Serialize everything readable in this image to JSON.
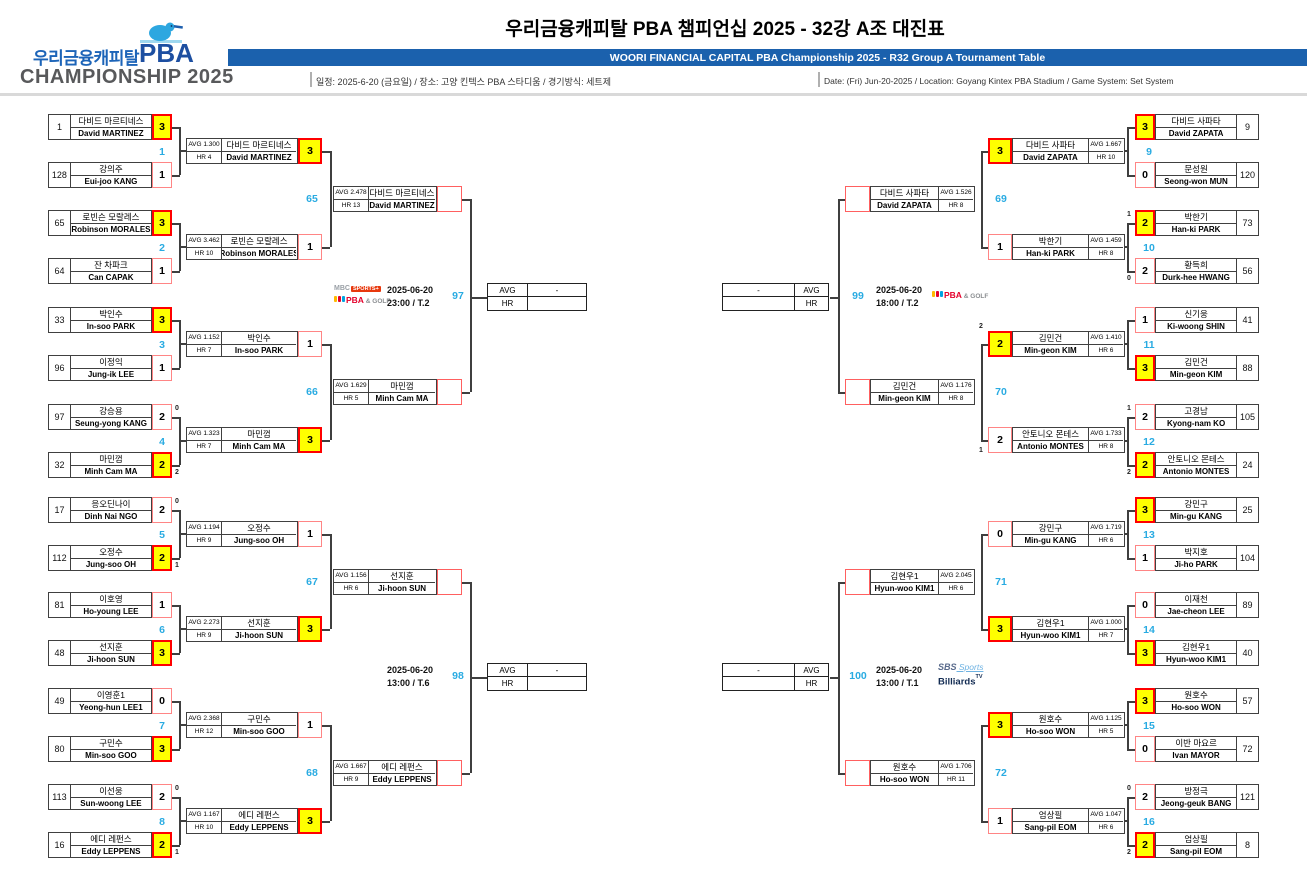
{
  "header": {
    "brand_kr": "우리금융캐피탈",
    "brand_pba": "PBA",
    "brand_championship": "CHAMPIONSHIP 2025",
    "title_kr": "우리금융캐피탈 PBA 챔피언십 2025 - 32강 A조 대진표",
    "title_en": "WOORI FINANCIAL CAPITAL PBA Championship 2025 - R32 Group A Tournament Table",
    "schedule_kr": "일정: 2025-6-20 (금요일) / 장소: 고양 킨텍스 PBA 스타디움 / 경기방식: 세트제",
    "schedule_en": "Date: (Fri) Jun-20-2025 / Location: Goyang Kintex PBA Stadium / Game System: Set System"
  },
  "labels": {
    "avg": "AVG",
    "hr": "HR",
    "dash": "-"
  },
  "colors": {
    "accent_blue": "#29abe2",
    "bar_blue": "#1b61ad",
    "winner_yellow": "#ffff00",
    "winner_border": "#ff0000",
    "loser_border": "#ff8585"
  },
  "broadcasters": {
    "mbc": {
      "txt": "MBC",
      "badge": "SPORTS+"
    },
    "pba_golf": {
      "brand": "PBA",
      "suffix": "& GOLF"
    },
    "sbs": {
      "a": "SBS",
      "b": "Sports",
      "c": "Billiards",
      "d": "TV"
    }
  },
  "bracket": {
    "left": {
      "round1": [
        {
          "seed": "1",
          "kr": "다비드 마르티네스",
          "en": "David MARTINEZ",
          "s": "3",
          "w": true,
          "tb": ""
        },
        {
          "seed": "128",
          "kr": "강의주",
          "en": "Eui-joo KANG",
          "s": "1",
          "w": false,
          "tb": ""
        },
        {
          "seed": "65",
          "kr": "로빈슨 모랄레스",
          "en": "Robinson MORALES",
          "s": "3",
          "w": true,
          "tb": ""
        },
        {
          "seed": "64",
          "kr": "잔 차파크",
          "en": "Can CAPAK",
          "s": "1",
          "w": false,
          "tb": ""
        },
        {
          "seed": "33",
          "kr": "박인수",
          "en": "In-soo PARK",
          "s": "3",
          "w": true,
          "tb": ""
        },
        {
          "seed": "96",
          "kr": "이정익",
          "en": "Jung-ik LEE",
          "s": "1",
          "w": false,
          "tb": ""
        },
        {
          "seed": "97",
          "kr": "강승용",
          "en": "Seung-yong KANG",
          "s": "2",
          "w": false,
          "tb": "0"
        },
        {
          "seed": "32",
          "kr": "마민껌",
          "en": "Minh Cam MA",
          "s": "2",
          "w": true,
          "tb": "2"
        },
        {
          "seed": "17",
          "kr": "응오딘나이",
          "en": "Dinh Nai NGO",
          "s": "2",
          "w": false,
          "tb": "0"
        },
        {
          "seed": "112",
          "kr": "오정수",
          "en": "Jung-soo OH",
          "s": "2",
          "w": true,
          "tb": "1"
        },
        {
          "seed": "81",
          "kr": "이호영",
          "en": "Ho-young LEE",
          "s": "1",
          "w": false,
          "tb": ""
        },
        {
          "seed": "48",
          "kr": "선지훈",
          "en": "Ji-hoon SUN",
          "s": "3",
          "w": true,
          "tb": ""
        },
        {
          "seed": "49",
          "kr": "이영훈1",
          "en": "Yeong-hun LEE1",
          "s": "0",
          "w": false,
          "tb": ""
        },
        {
          "seed": "80",
          "kr": "구민수",
          "en": "Min-soo GOO",
          "s": "3",
          "w": true,
          "tb": ""
        },
        {
          "seed": "113",
          "kr": "이선웅",
          "en": "Sun-woong LEE",
          "s": "2",
          "w": false,
          "tb": "0"
        },
        {
          "seed": "16",
          "kr": "에디 레펀스",
          "en": "Eddy LEPPENS",
          "s": "2",
          "w": true,
          "tb": "1"
        }
      ],
      "round1_matches": [
        "1",
        "2",
        "3",
        "4",
        "5",
        "6",
        "7",
        "8"
      ],
      "round2": [
        {
          "stat1": "AVG 1.300",
          "stat2": "HR 4",
          "kr": "다비드 마르티네스",
          "en": "David MARTINEZ",
          "s": "3",
          "w": true,
          "tb": ""
        },
        {
          "stat1": "AVG 3.462",
          "stat2": "HR 10",
          "kr": "로빈슨 모랄레스",
          "en": "Robinson MORALES",
          "s": "1",
          "w": false,
          "tb": ""
        },
        {
          "stat1": "AVG 1.152",
          "stat2": "HR 7",
          "kr": "박인수",
          "en": "In-soo PARK",
          "s": "1",
          "w": false,
          "tb": ""
        },
        {
          "stat1": "AVG 1.323",
          "stat2": "HR 7",
          "kr": "마민껌",
          "en": "Minh Cam MA",
          "s": "3",
          "w": true,
          "tb": ""
        },
        {
          "stat1": "AVG 1.194",
          "stat2": "HR 9",
          "kr": "오정수",
          "en": "Jung-soo OH",
          "s": "1",
          "w": false,
          "tb": ""
        },
        {
          "stat1": "AVG 2.273",
          "stat2": "HR 9",
          "kr": "선지훈",
          "en": "Ji-hoon SUN",
          "s": "3",
          "w": true,
          "tb": ""
        },
        {
          "stat1": "AVG 2.368",
          "stat2": "HR 12",
          "kr": "구민수",
          "en": "Min-soo GOO",
          "s": "1",
          "w": false,
          "tb": ""
        },
        {
          "stat1": "AVG 1.167",
          "stat2": "HR 10",
          "kr": "에디 레펀스",
          "en": "Eddy LEPPENS",
          "s": "3",
          "w": true,
          "tb": ""
        }
      ],
      "round2_matches": [
        "65",
        "66",
        "67",
        "68"
      ],
      "qf": [
        {
          "stat1": "AVG 2.478",
          "stat2": "HR 13",
          "kr": "다비드 마르티네스",
          "en": "David MARTINEZ"
        },
        {
          "stat1": "AVG 1.629",
          "stat2": "HR 5",
          "kr": "마민껌",
          "en": "Minh Cam MA"
        },
        {
          "stat1": "AVG 1.156",
          "stat2": "HR 6",
          "kr": "선지훈",
          "en": "Ji-hoon SUN"
        },
        {
          "stat1": "AVG 1.667",
          "stat2": "HR 9",
          "kr": "에디 레펀스",
          "en": "Eddy LEPPENS"
        }
      ],
      "finals": [
        {
          "no": "97",
          "date": "2025-06-20",
          "time": "23:00 / T.2",
          "broadcast": "mbc_pba",
          "avg_value": "-",
          "hr_value": ""
        },
        {
          "no": "98",
          "date": "2025-06-20",
          "time": "13:00 / T.6",
          "broadcast": "",
          "avg_value": "-",
          "hr_value": ""
        }
      ]
    },
    "right": {
      "round1": [
        {
          "seed": "9",
          "kr": "다비드 사파타",
          "en": "David ZAPATA",
          "s": "3",
          "w": true,
          "tb": ""
        },
        {
          "seed": "120",
          "kr": "문성원",
          "en": "Seong-won MUN",
          "s": "0",
          "w": false,
          "tb": ""
        },
        {
          "seed": "73",
          "kr": "박한기",
          "en": "Han-ki PARK",
          "s": "2",
          "w": true,
          "tb": "1"
        },
        {
          "seed": "56",
          "kr": "황득희",
          "en": "Durk-hee HWANG",
          "s": "2",
          "w": false,
          "tb": "0"
        },
        {
          "seed": "41",
          "kr": "신기웅",
          "en": "Ki-woong SHIN",
          "s": "1",
          "w": false,
          "tb": ""
        },
        {
          "seed": "88",
          "kr": "김민건",
          "en": "Min-geon KIM",
          "s": "3",
          "w": true,
          "tb": ""
        },
        {
          "seed": "105",
          "kr": "고경남",
          "en": "Kyong-nam KO",
          "s": "2",
          "w": false,
          "tb": "1"
        },
        {
          "seed": "24",
          "kr": "안토니오 몬테스",
          "en": "Antonio MONTES",
          "s": "2",
          "w": true,
          "tb": "2"
        },
        {
          "seed": "25",
          "kr": "강민구",
          "en": "Min-gu KANG",
          "s": "3",
          "w": true,
          "tb": ""
        },
        {
          "seed": "104",
          "kr": "박지호",
          "en": "Ji-ho PARK",
          "s": "1",
          "w": false,
          "tb": ""
        },
        {
          "seed": "89",
          "kr": "이재천",
          "en": "Jae-cheon LEE",
          "s": "0",
          "w": false,
          "tb": ""
        },
        {
          "seed": "40",
          "kr": "김현우1",
          "en": "Hyun-woo KIM1",
          "s": "3",
          "w": true,
          "tb": ""
        },
        {
          "seed": "57",
          "kr": "원호수",
          "en": "Ho-soo WON",
          "s": "3",
          "w": true,
          "tb": ""
        },
        {
          "seed": "72",
          "kr": "이반 마요르",
          "en": "Ivan MAYOR",
          "s": "0",
          "w": false,
          "tb": ""
        },
        {
          "seed": "121",
          "kr": "방정극",
          "en": "Jeong-geuk BANG",
          "s": "2",
          "w": false,
          "tb": "0"
        },
        {
          "seed": "8",
          "kr": "엄상필",
          "en": "Sang-pil EOM",
          "s": "2",
          "w": true,
          "tb": "2"
        }
      ],
      "round1_matches": [
        "9",
        "10",
        "11",
        "12",
        "13",
        "14",
        "15",
        "16"
      ],
      "round2": [
        {
          "stat1": "AVG 1.667",
          "stat2": "HR 10",
          "kr": "다비드 사파타",
          "en": "David ZAPATA",
          "s": "3",
          "w": true,
          "tb": ""
        },
        {
          "stat1": "AVG 1.459",
          "stat2": "HR 8",
          "kr": "박한기",
          "en": "Han-ki PARK",
          "s": "1",
          "w": false,
          "tb": ""
        },
        {
          "stat1": "AVG 1.410",
          "stat2": "HR 6",
          "kr": "김민건",
          "en": "Min-geon KIM",
          "s": "2",
          "w": true,
          "tb": "2"
        },
        {
          "stat1": "AVG 1.733",
          "stat2": "HR 8",
          "kr": "안토니오 몬테스",
          "en": "Antonio MONTES",
          "s": "2",
          "w": false,
          "tb": "1"
        },
        {
          "stat1": "AVG 1.719",
          "stat2": "HR 6",
          "kr": "강민구",
          "en": "Min-gu KANG",
          "s": "0",
          "w": false,
          "tb": ""
        },
        {
          "stat1": "AVG 1.000",
          "stat2": "HR 7",
          "kr": "김현우1",
          "en": "Hyun-woo KIM1",
          "s": "3",
          "w": true,
          "tb": ""
        },
        {
          "stat1": "AVG 1.125",
          "stat2": "HR 5",
          "kr": "원호수",
          "en": "Ho-soo WON",
          "s": "3",
          "w": true,
          "tb": ""
        },
        {
          "stat1": "AVG 1.047",
          "stat2": "HR 6",
          "kr": "엄상필",
          "en": "Sang-pil EOM",
          "s": "1",
          "w": false,
          "tb": ""
        }
      ],
      "round2_matches": [
        "69",
        "70",
        "71",
        "72"
      ],
      "qf": [
        {
          "stat1": "AVG 1.526",
          "stat2": "HR 8",
          "kr": "다비드 사파타",
          "en": "David ZAPATA"
        },
        {
          "stat1": "AVG 1.176",
          "stat2": "HR 8",
          "kr": "김민건",
          "en": "Min-geon KIM"
        },
        {
          "stat1": "AVG 2.045",
          "stat2": "HR 6",
          "kr": "김현우1",
          "en": "Hyun-woo KIM1"
        },
        {
          "stat1": "AVG 1.706",
          "stat2": "HR 11",
          "kr": "원호수",
          "en": "Ho-soo WON"
        }
      ],
      "finals": [
        {
          "no": "99",
          "date": "2025-06-20",
          "time": "18:00 / T.2",
          "broadcast": "pba_golf",
          "avg_value": "-",
          "hr_value": ""
        },
        {
          "no": "100",
          "date": "2025-06-20",
          "time": "13:00 / T.1",
          "broadcast": "sbs",
          "avg_value": "-",
          "hr_value": ""
        }
      ]
    }
  }
}
